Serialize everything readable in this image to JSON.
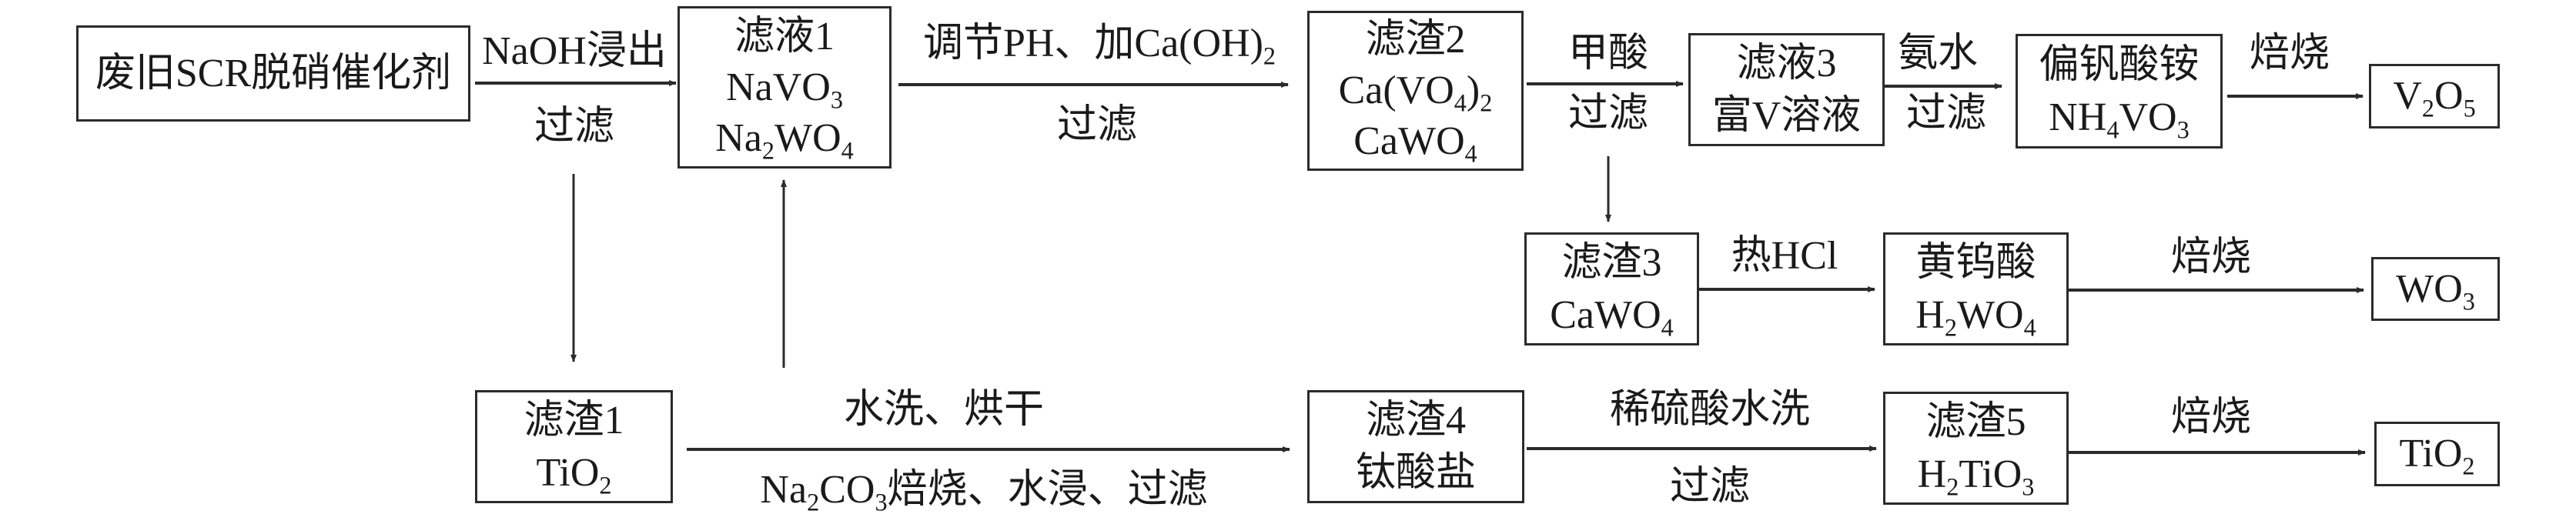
{
  "title": "废旧SCR脱硝催化剂回收钒、钨、钛工艺流程",
  "nodes": {
    "catalyst": {
      "lines": [
        [
          "废旧SCR脱硝催化剂"
        ]
      ]
    },
    "filtrate1": {
      "lines": [
        [
          "滤液1"
        ],
        [
          "NaVO",
          {
            "sub": "3"
          }
        ],
        [
          "Na",
          {
            "sub": "2"
          },
          "WO",
          {
            "sub": "4"
          }
        ]
      ]
    },
    "residue1": {
      "lines": [
        [
          "滤渣1"
        ],
        [
          "TiO",
          {
            "sub": "2"
          }
        ]
      ]
    },
    "residue2": {
      "lines": [
        [
          "滤渣2"
        ],
        [
          "Ca(VO",
          {
            "sub": "4"
          },
          ")",
          {
            "sub": "2"
          }
        ],
        [
          "CaWO",
          {
            "sub": "4"
          }
        ]
      ]
    },
    "filtrate3": {
      "lines": [
        [
          "滤液3"
        ],
        [
          "富V溶液"
        ]
      ]
    },
    "ammonium_metavanadate": {
      "lines": [
        [
          "偏钒酸铵"
        ],
        [
          "NH",
          {
            "sub": "4"
          },
          "VO",
          {
            "sub": "3"
          }
        ]
      ]
    },
    "v2o5": {
      "lines": [
        [
          "V",
          {
            "sub": "2"
          },
          "O",
          {
            "sub": "5"
          }
        ]
      ]
    },
    "residue3": {
      "lines": [
        [
          "滤渣3"
        ],
        [
          "CaWO",
          {
            "sub": "4"
          }
        ]
      ]
    },
    "tungstic_acid": {
      "lines": [
        [
          "黄钨酸"
        ],
        [
          "H",
          {
            "sub": "2"
          },
          "WO",
          {
            "sub": "4"
          }
        ]
      ]
    },
    "wo3": {
      "lines": [
        [
          "WO",
          {
            "sub": "3"
          }
        ]
      ]
    },
    "residue4": {
      "lines": [
        [
          "滤渣4"
        ],
        [
          "钛酸盐"
        ]
      ]
    },
    "residue5": {
      "lines": [
        [
          "滤渣5"
        ],
        [
          "H",
          {
            "sub": "2"
          },
          "TiO",
          {
            "sub": "3"
          }
        ]
      ]
    },
    "tio2": {
      "lines": [
        [
          "TiO",
          {
            "sub": "2"
          }
        ]
      ]
    }
  },
  "edges": [
    {
      "id": "catalyst-to-filtrate1",
      "from": "catalyst",
      "to": "filtrate1",
      "above": [
        "NaOH浸出"
      ],
      "below": [
        "过滤"
      ]
    },
    {
      "id": "catalyst-to-residue1",
      "from": "catalyst",
      "to": "residue1",
      "above": [],
      "below": []
    },
    {
      "id": "filtrate1-to-residue2",
      "from": "filtrate1",
      "to": "residue2",
      "above": [
        "调节PH、加Ca(OH)",
        {
          "sub": "2"
        }
      ],
      "below": [
        "过滤"
      ]
    },
    {
      "id": "residue2-to-filtrate3",
      "from": "residue2",
      "to": "filtrate3",
      "above": [
        "甲酸"
      ],
      "below": [
        "过滤"
      ]
    },
    {
      "id": "residue2-to-residue3",
      "from": "residue2",
      "to": "residue3",
      "above": [],
      "below": []
    },
    {
      "id": "filtrate3-to-ammonium_metavanadate",
      "from": "filtrate3",
      "to": "ammonium_metavanadate",
      "above": [
        "氨水"
      ],
      "below": [
        "过滤"
      ]
    },
    {
      "id": "ammonium_metavanadate-to-v2o5",
      "from": "ammonium_metavanadate",
      "to": "v2o5",
      "above": [
        "焙烧"
      ],
      "below": []
    },
    {
      "id": "residue3-to-tungstic_acid",
      "from": "residue3",
      "to": "tungstic_acid",
      "above": [
        "热HCl"
      ],
      "below": []
    },
    {
      "id": "tungstic_acid-to-wo3",
      "from": "tungstic_acid",
      "to": "wo3",
      "above": [
        "焙烧"
      ],
      "below": []
    },
    {
      "id": "residue1-to-residue4",
      "from": "residue1",
      "to": "residue4",
      "above": [
        "水洗、烘干"
      ],
      "below": [
        "Na",
        {
          "sub": "2"
        },
        "CO",
        {
          "sub": "3"
        },
        "焙烧、水浸、过滤"
      ]
    },
    {
      "id": "residue4-to-filtrate1",
      "from": "residue4",
      "to": "filtrate1",
      "above": [],
      "below": []
    },
    {
      "id": "residue4-to-residue5",
      "from": "residue4",
      "to": "residue5",
      "above": [
        "稀硫酸水洗"
      ],
      "below": [
        "过滤"
      ]
    },
    {
      "id": "residue5-to-tio2",
      "from": "residue5",
      "to": "tio2",
      "above": [
        "焙烧"
      ],
      "below": []
    }
  ],
  "colors": {
    "stroke": "#2b2b2b",
    "text": "#1a1a1a",
    "background": "#ffffff"
  }
}
